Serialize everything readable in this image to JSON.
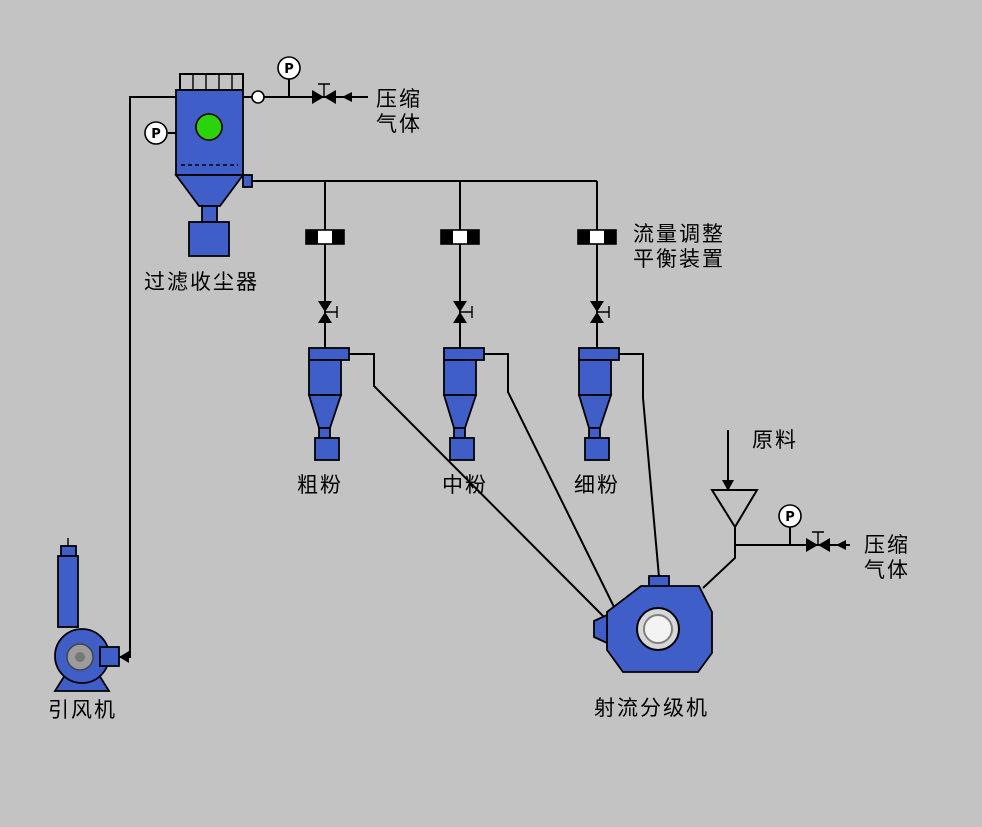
{
  "labels": {
    "filter_collector": "过滤收尘器",
    "compressed_gas_1_line1": "压缩",
    "compressed_gas_1_line2": "气体",
    "flow_balancer_line1": "流量调整",
    "flow_balancer_line2": "平衡装置",
    "coarse_powder": "粗粉",
    "medium_powder": "中粉",
    "fine_powder": "细粉",
    "raw_material": "原料",
    "compressed_gas_2_line1": "压缩",
    "compressed_gas_2_line2": "气体",
    "jet_classifier": "射流分级机",
    "induced_draft_fan": "引风机",
    "pressure_gauge": "P"
  },
  "colors": {
    "background": "#c3c3c3",
    "equipment_blue": "#3f5ec7",
    "outline_black": "#000000",
    "indicator_green": "#2bd40a",
    "fan_hub_gray": "#9c9c9c"
  }
}
